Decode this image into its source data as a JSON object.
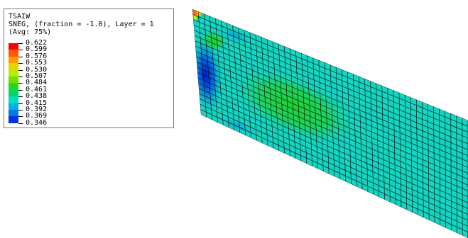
{
  "legend": {
    "variable": "TSAIW",
    "description": "SNEG, (fraction = -1.0), Layer = 1",
    "averaging": "(Avg: 75%)",
    "levels": [
      {
        "label": "0.622",
        "color": "#ff0000"
      },
      {
        "label": "0.599",
        "color": "#ff5a00"
      },
      {
        "label": "0.576",
        "color": "#ff9c00"
      },
      {
        "label": "0.553",
        "color": "#e8d400"
      },
      {
        "label": "0.530",
        "color": "#b3ee00"
      },
      {
        "label": "0.507",
        "color": "#70e000"
      },
      {
        "label": "0.484",
        "color": "#28d61a"
      },
      {
        "label": "0.461",
        "color": "#00d66a"
      },
      {
        "label": "0.438",
        "color": "#00ddb8"
      },
      {
        "label": "0.415",
        "color": "#00b0e8"
      },
      {
        "label": "0.392",
        "color": "#0077ea"
      },
      {
        "label": "0.369",
        "color": "#0036e0"
      },
      {
        "label": "0.346",
        "color": "#0000c8"
      }
    ]
  },
  "model": {
    "base_color": "#12d6c2",
    "mesh_line_color": "#000000"
  }
}
